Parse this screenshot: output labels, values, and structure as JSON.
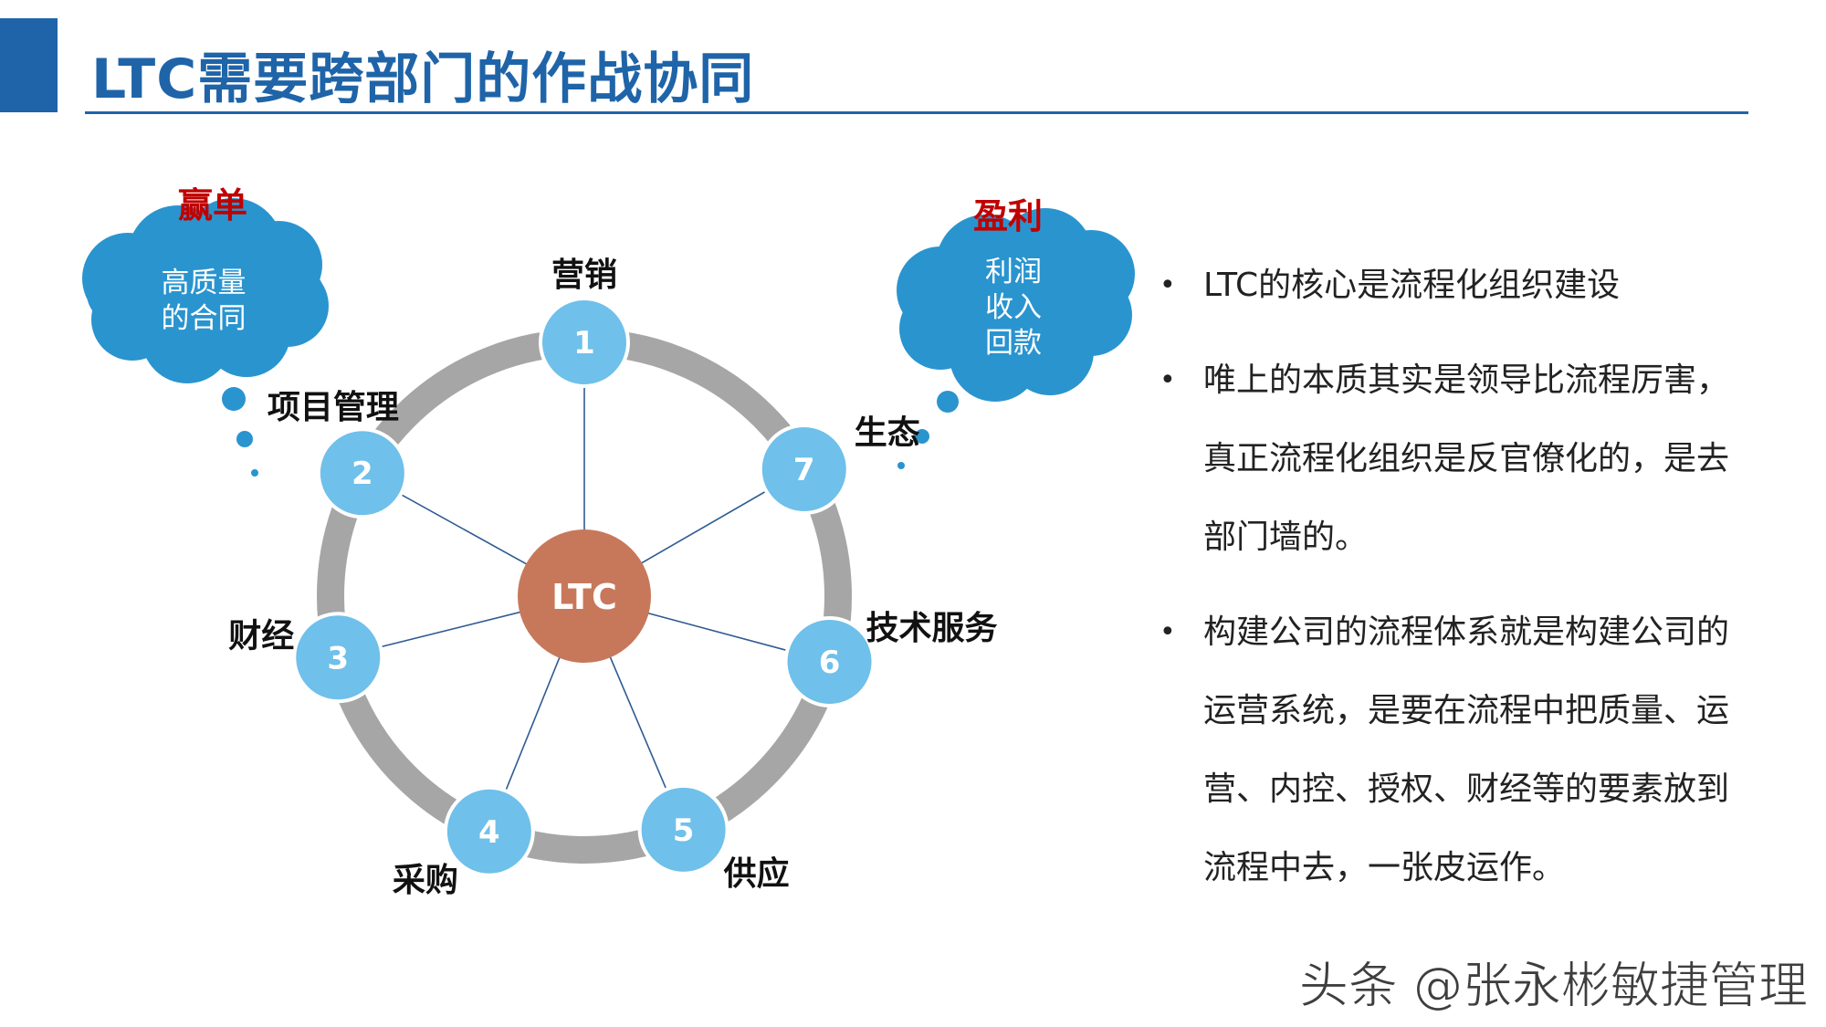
{
  "title": "LTC需要跨部门的作战协同",
  "diagram": {
    "center_label": "LTC",
    "nodes": [
      {
        "number": "1",
        "label": "营销"
      },
      {
        "number": "2",
        "label": "项目管理"
      },
      {
        "number": "3",
        "label": "财经"
      },
      {
        "number": "4",
        "label": "采购"
      },
      {
        "number": "5",
        "label": "供应"
      },
      {
        "number": "6",
        "label": "技术服务"
      },
      {
        "number": "7",
        "label": "生态"
      }
    ],
    "cloud_left": {
      "heading": "赢单",
      "lines": [
        "高质量",
        "的合同"
      ]
    },
    "cloud_right": {
      "heading": "盈利",
      "lines": [
        "利润",
        "收入",
        "回款"
      ]
    },
    "colors": {
      "ring": "#a6a6a6",
      "node_fill": "#6fc0ea",
      "center_fill": "#c8785a",
      "cloud_fill": "#2a94cf",
      "heading_red": "#c00000",
      "spoke": "#2f5b93"
    }
  },
  "bullets": [
    "LTC的核心是流程化组织建设",
    "唯上的本质其实是领导比流程厉害，真正流程化组织是反官僚化的，是去部门墙的。",
    "构建公司的流程体系就是构建公司的运营系统，是要在流程中把质量、运营、内控、授权、财经等的要素放到流程中去，一张皮运作。"
  ],
  "watermark": "头条 @张永彬敏捷管理"
}
